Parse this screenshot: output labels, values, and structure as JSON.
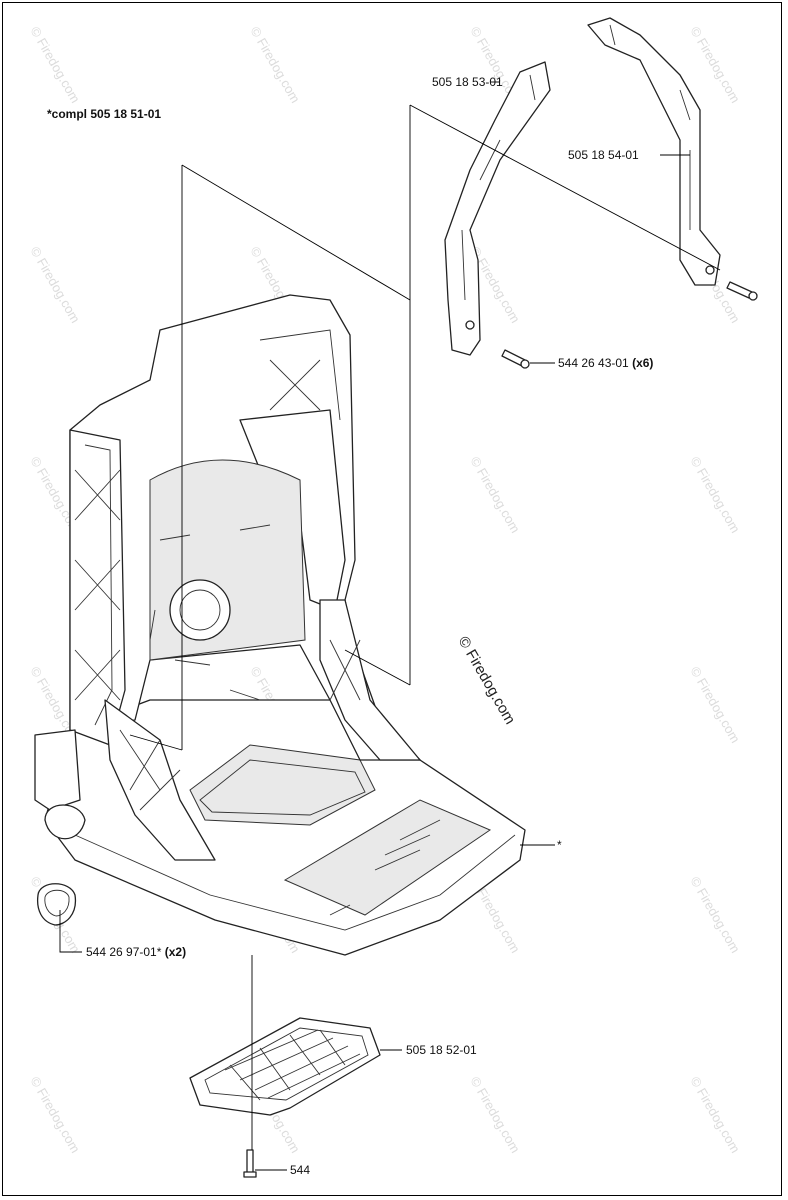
{
  "diagram": {
    "assembly_label": "*compl 505 18 51-01",
    "parts": [
      {
        "id": "frame-main",
        "label": "*"
      },
      {
        "id": "right-strap-bracket",
        "label": "505 18 53-01"
      },
      {
        "id": "left-strap-bracket",
        "label": "505 18 54-01"
      },
      {
        "id": "bracket-screw",
        "label": "544 26 43-01",
        "qty": "(x6)"
      },
      {
        "id": "rubber-grommet",
        "label": "544 26 97-01*",
        "qty": "(x2)"
      },
      {
        "id": "bottom-grate",
        "label": "505 18 52-01"
      },
      {
        "id": "grate-screw",
        "label": "544"
      }
    ],
    "watermark_center": "© Firedog.com",
    "watermark_repeat": "© Firedog.com"
  }
}
